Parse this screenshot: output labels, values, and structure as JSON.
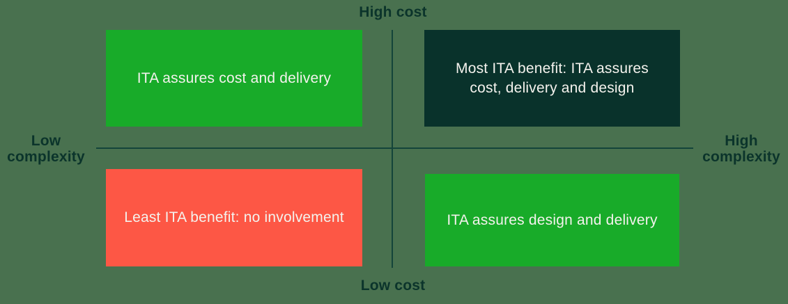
{
  "diagram": {
    "type": "quadrant-matrix",
    "axis_labels": {
      "top": "High cost",
      "bottom": "Low cost",
      "left": "Low complexity",
      "right": "High complexity"
    },
    "quadrants": {
      "top_left": {
        "label": "ITA assures cost and delivery",
        "color": "#18AB29",
        "text_color": "#F4F2ED"
      },
      "top_right": {
        "label": "Most ITA benefit: ITA assures cost, delivery and design",
        "color": "#09322B",
        "text_color": "#F4F2ED"
      },
      "bottom_left": {
        "label": "Least ITA benefit: no involvement",
        "color": "#FD5745",
        "text_color": "#F4F2ED"
      },
      "bottom_right": {
        "label": "ITA assures design and delivery",
        "color": "#18AB29",
        "text_color": "#F4F2ED"
      }
    },
    "colors": {
      "background": "#49714F",
      "axis_line": "#14443A",
      "axis_label_text": "#0B342B"
    }
  }
}
